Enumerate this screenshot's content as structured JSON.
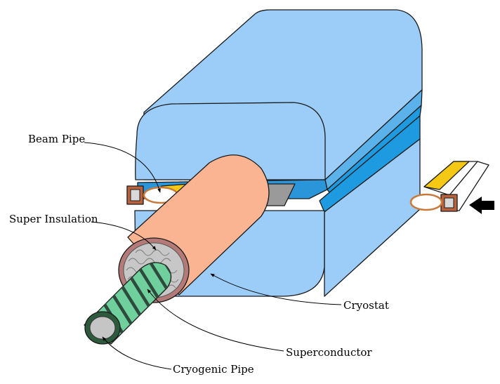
{
  "colors": {
    "yoke_light": "#9ccdf9",
    "yoke_blue": "#1e9be0",
    "yoke_blue_dark": "#3b86c0",
    "gap_blue": "#2a95d9",
    "gap_top": "#5bb1ea",
    "cryostat": "#fbb492",
    "cryostat_end": "#fcc8ad",
    "insulation_ring": "#b47a78",
    "insulation_fill": "#c7c7c7",
    "pipe_green": "#6fd09e",
    "pipe_stripe": "#2e4a3c",
    "pipe_ring": "#2d5a3c",
    "pipe_core": "#c5c5c5",
    "beam_pipe_box": "#b9623e",
    "yellow_strip": "#f6c816",
    "arrow": "#000000"
  },
  "icons": {
    "direction": "arrow-left-icon"
  },
  "labels": {
    "beam_pipe": "Beam Pipe",
    "super_insulation": "Super Insulation",
    "cryostat": "Cryostat",
    "superconductor": "Superconductor",
    "cryogenic_pipe": "Cryogenic Pipe"
  }
}
